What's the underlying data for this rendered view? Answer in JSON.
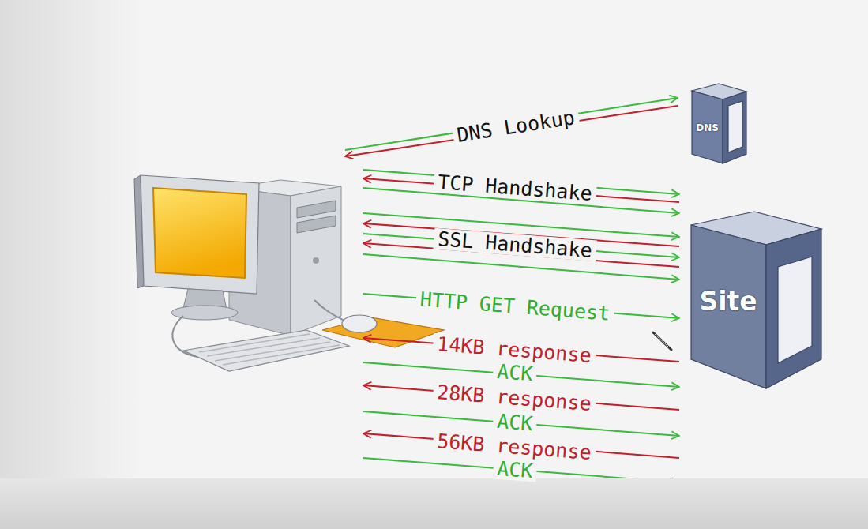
{
  "diagram": {
    "nodes": [
      {
        "text": [
          "DNS"
        ]
      },
      {
        "text": [
          "Site"
        ]
      }
    ],
    "labels": [
      "DNS Lookup",
      "TCP Handshake",
      "SSL Handshake",
      "HTTP GET Request",
      "14KB response",
      "ACK",
      "28KB response",
      "ACK",
      "56KB response",
      "ACK"
    ]
  }
}
